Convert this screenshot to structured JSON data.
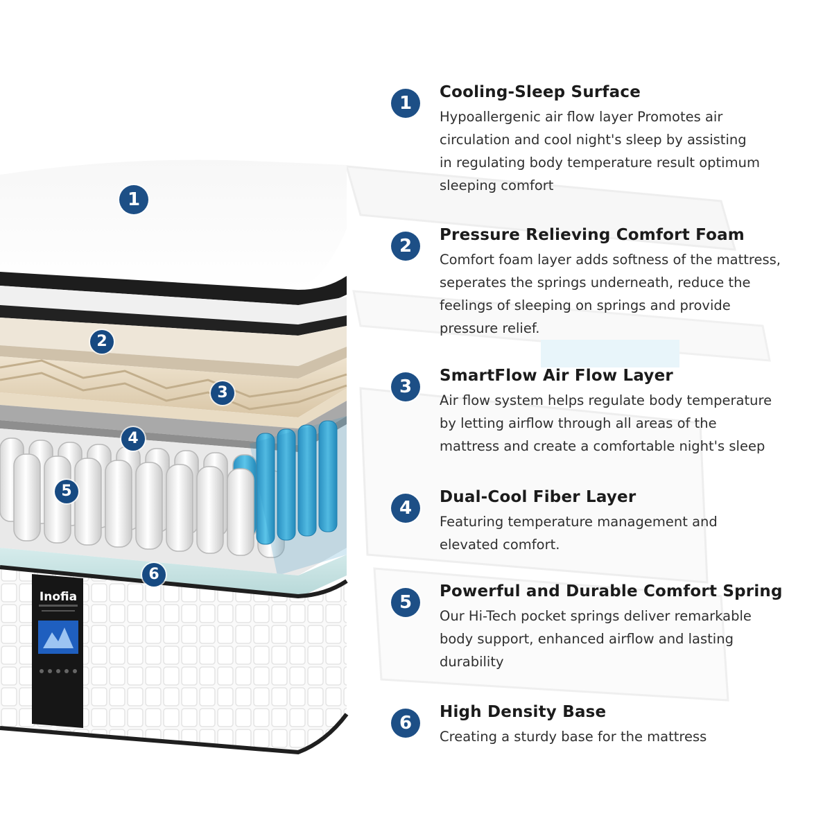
{
  "brand": {
    "logo": "Inofia"
  },
  "colors": {
    "badge": "#1d4f86",
    "spring_blue": "#35a9d6",
    "foam": "#e7d8bf",
    "text": "#1b1b1b"
  },
  "layer_markers": [
    "1",
    "2",
    "3",
    "4",
    "5",
    "6"
  ],
  "features": [
    {
      "number": "1",
      "title": "Cooling-Sleep Surface",
      "lines": [
        "Hypoallergenic air flow layer Promotes air",
        "circulation and cool night's sleep by assisting",
        "in regulating body temperature result optimum",
        "sleeping comfort"
      ]
    },
    {
      "number": "2",
      "title": "Pressure Relieving Comfort Foam",
      "lines": [
        "Comfort foam layer adds softness of the mattress,",
        "seperates the springs underneath, reduce the",
        "feelings of sleeping on springs and provide",
        "pressure relief."
      ]
    },
    {
      "number": "3",
      "title": "SmartFlow Air Flow Layer",
      "lines": [
        "Air flow system helps regulate body temperature",
        "by letting airflow through all areas of the",
        "mattress and create a comfortable night's sleep"
      ]
    },
    {
      "number": "4",
      "title": "Dual-Cool Fiber Layer",
      "lines": [
        "Featuring temperature management and",
        "elevated comfort."
      ]
    },
    {
      "number": "5",
      "title": "Powerful and Durable Comfort Spring",
      "lines": [
        "Our Hi-Tech pocket springs deliver remarkable",
        "body support, enhanced airflow and lasting",
        "durability"
      ]
    },
    {
      "number": "6",
      "title": "High Density Base",
      "lines": [
        "Creating a sturdy base for the mattress"
      ]
    }
  ]
}
